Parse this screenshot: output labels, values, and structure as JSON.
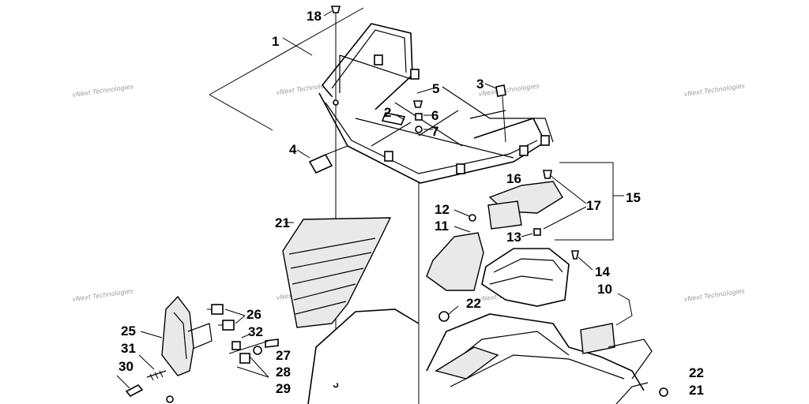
{
  "diagram": {
    "watermark_text": "vNext Technologies",
    "callouts": [
      "1",
      "2",
      "3",
      "4",
      "5",
      "6",
      "7",
      "10",
      "11",
      "12",
      "13",
      "14",
      "15",
      "16",
      "17",
      "18",
      "21",
      "22",
      "25",
      "26",
      "27",
      "28",
      "29",
      "30",
      "31",
      "32"
    ]
  }
}
